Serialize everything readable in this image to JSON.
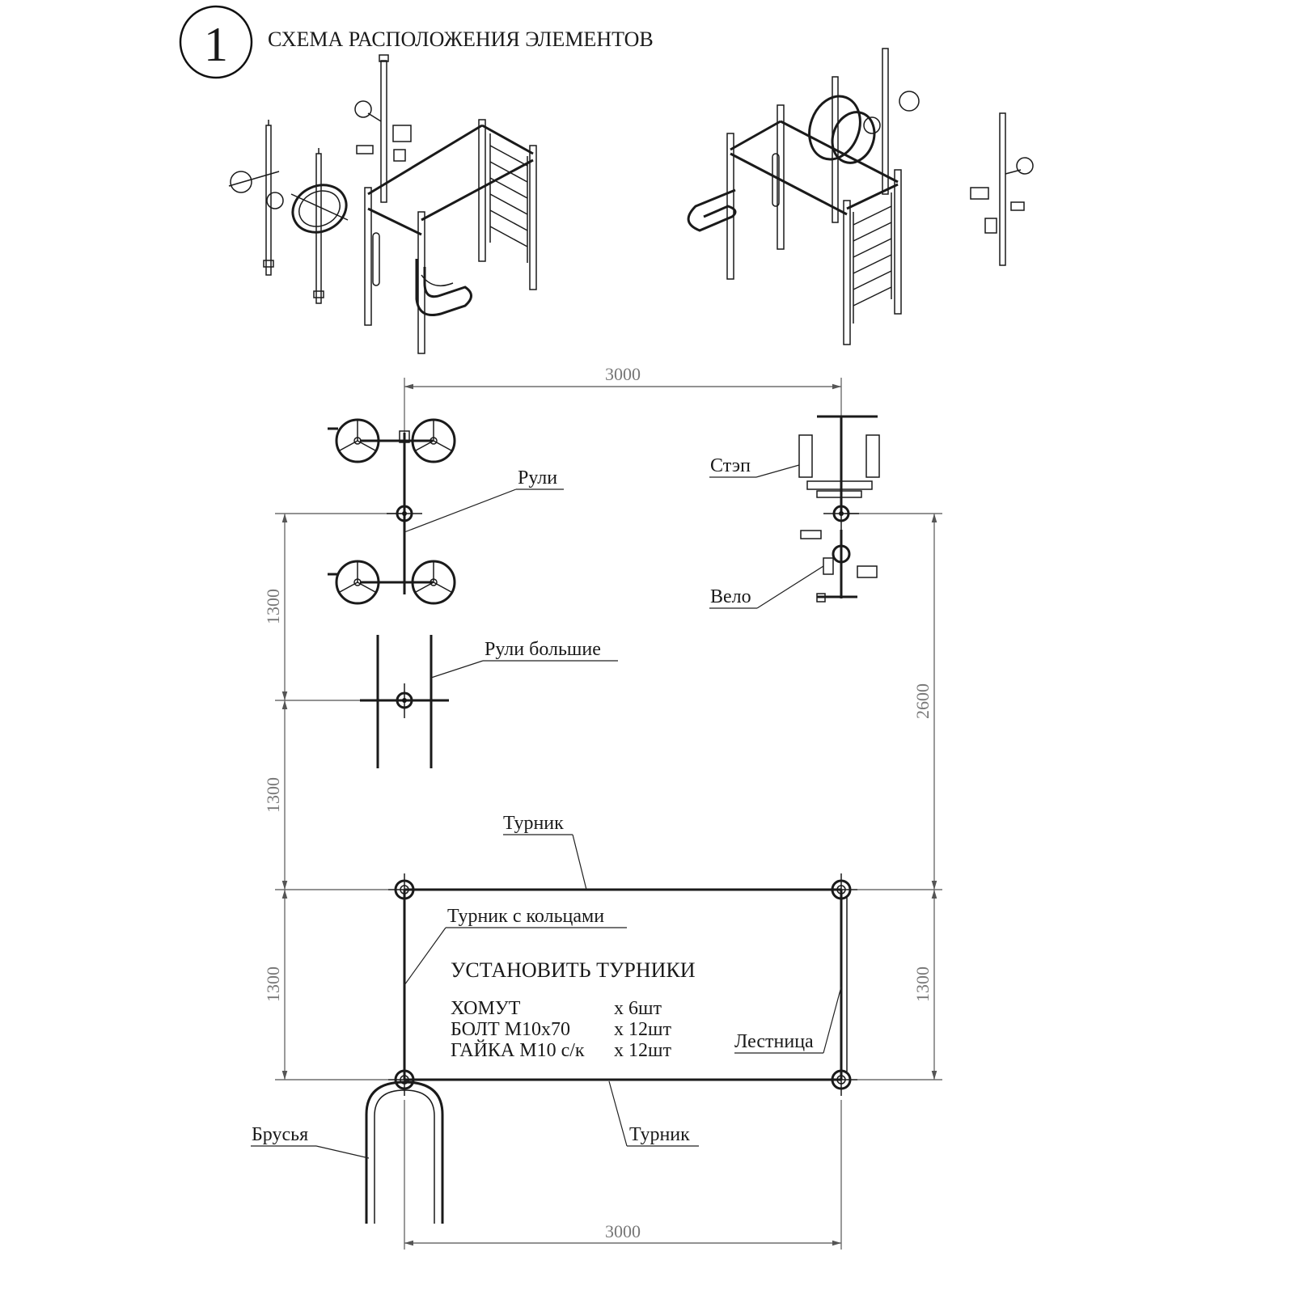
{
  "sheet": {
    "number": "1",
    "title": "СХЕМА РАСПОЛОЖЕНИЯ ЭЛЕМЕНТОВ"
  },
  "dimensions": {
    "top_width": "3000",
    "bottom_width": "3000",
    "left_upper": "1300",
    "left_middle": "1300",
    "left_lower": "1300",
    "right_upper": "2600",
    "right_lower": "1300"
  },
  "labels": {
    "ruli": "Рули",
    "ruli_big": "Рули большие",
    "step": "Стэп",
    "velo": "Вело",
    "turnik_top": "Турник",
    "turnik_rings": "Турник с кольцами",
    "ladder": "Лестница",
    "bars": "Брусья",
    "turnik_bottom": "Турник"
  },
  "instructions": {
    "heading": "УСТАНОВИТЬ ТУРНИКИ",
    "items": [
      {
        "name": "ХОМУТ",
        "qty": "х 6шт"
      },
      {
        "name": "БОЛТ М10х70",
        "qty": "х 12шт"
      },
      {
        "name": "ГАЙКА М10 с/к",
        "qty": "х 12шт"
      }
    ]
  }
}
